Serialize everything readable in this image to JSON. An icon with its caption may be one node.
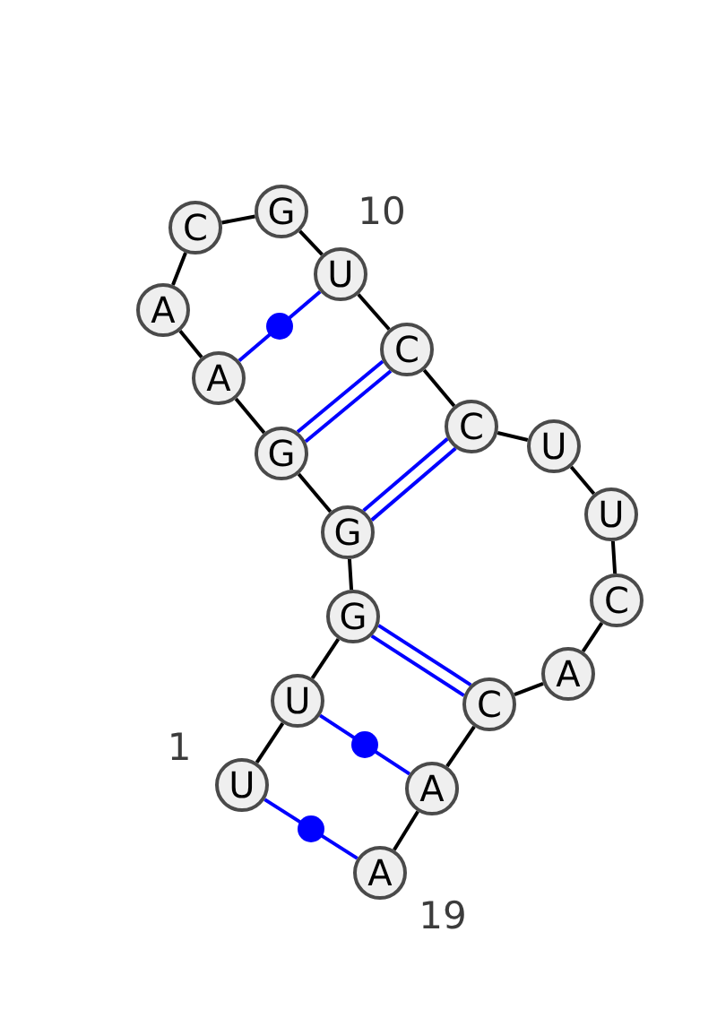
{
  "diagram": {
    "nodes": [
      {
        "text": [
          "U"
        ],
        "beside": [
          "1"
        ]
      },
      {
        "text": [
          "U"
        ]
      },
      {
        "text": [
          "G"
        ]
      },
      {
        "text": [
          "G"
        ]
      },
      {
        "text": [
          "G"
        ]
      },
      {
        "text": [
          "A"
        ]
      },
      {
        "text": [
          "A"
        ]
      },
      {
        "text": [
          "C"
        ]
      },
      {
        "text": [
          "G"
        ]
      },
      {
        "text": [
          "U"
        ],
        "beside": [
          "10"
        ]
      },
      {
        "text": [
          "C"
        ]
      },
      {
        "text": [
          "C"
        ]
      },
      {
        "text": [
          "U"
        ]
      },
      {
        "text": [
          "U"
        ]
      },
      {
        "text": [
          "C"
        ]
      },
      {
        "text": [
          "A"
        ]
      },
      {
        "text": [
          "C"
        ]
      },
      {
        "text": [
          "A"
        ]
      },
      {
        "text": [
          "A"
        ],
        "beside": [
          "19"
        ]
      }
    ],
    "edges": [
      {
        "from": 0,
        "to": 1,
        "arrow": "none"
      },
      {
        "from": 1,
        "to": 2,
        "arrow": "none"
      },
      {
        "from": 2,
        "to": 3,
        "arrow": "none"
      },
      {
        "from": 3,
        "to": 4,
        "arrow": "none"
      },
      {
        "from": 4,
        "to": 5,
        "arrow": "none"
      },
      {
        "from": 5,
        "to": 6,
        "arrow": "none"
      },
      {
        "from": 6,
        "to": 7,
        "arrow": "none"
      },
      {
        "from": 7,
        "to": 8,
        "arrow": "none"
      },
      {
        "from": 8,
        "to": 9,
        "arrow": "none"
      },
      {
        "from": 9,
        "to": 10,
        "arrow": "none"
      },
      {
        "from": 10,
        "to": 11,
        "arrow": "none"
      },
      {
        "from": 11,
        "to": 12,
        "arrow": "none"
      },
      {
        "from": 12,
        "to": 13,
        "arrow": "none"
      },
      {
        "from": 13,
        "to": 14,
        "arrow": "none"
      },
      {
        "from": 14,
        "to": 15,
        "arrow": "none"
      },
      {
        "from": 15,
        "to": 16,
        "arrow": "none"
      },
      {
        "from": 16,
        "to": 17,
        "arrow": "none"
      },
      {
        "from": 17,
        "to": 18,
        "arrow": "none"
      },
      {
        "from": 0,
        "to": 18,
        "arrow": "none",
        "color": "#0000ff"
      },
      {
        "from": 1,
        "to": 17,
        "arrow": "none",
        "color": "#0000ff"
      },
      {
        "from": 2,
        "to": 16,
        "arrow": "none",
        "color": "#0000ff"
      },
      {
        "from": 2,
        "to": 16,
        "arrow": "none",
        "color": "#0000ff"
      },
      {
        "from": 3,
        "to": 11,
        "arrow": "none",
        "color": "#0000ff"
      },
      {
        "from": 3,
        "to": 11,
        "arrow": "none",
        "color": "#0000ff"
      },
      {
        "from": 4,
        "to": 10,
        "arrow": "none",
        "color": "#0000ff"
      },
      {
        "from": 4,
        "to": 10,
        "arrow": "none",
        "color": "#0000ff"
      },
      {
        "from": 5,
        "to": 9,
        "arrow": "none",
        "color": "#0000ff"
      }
    ]
  }
}
